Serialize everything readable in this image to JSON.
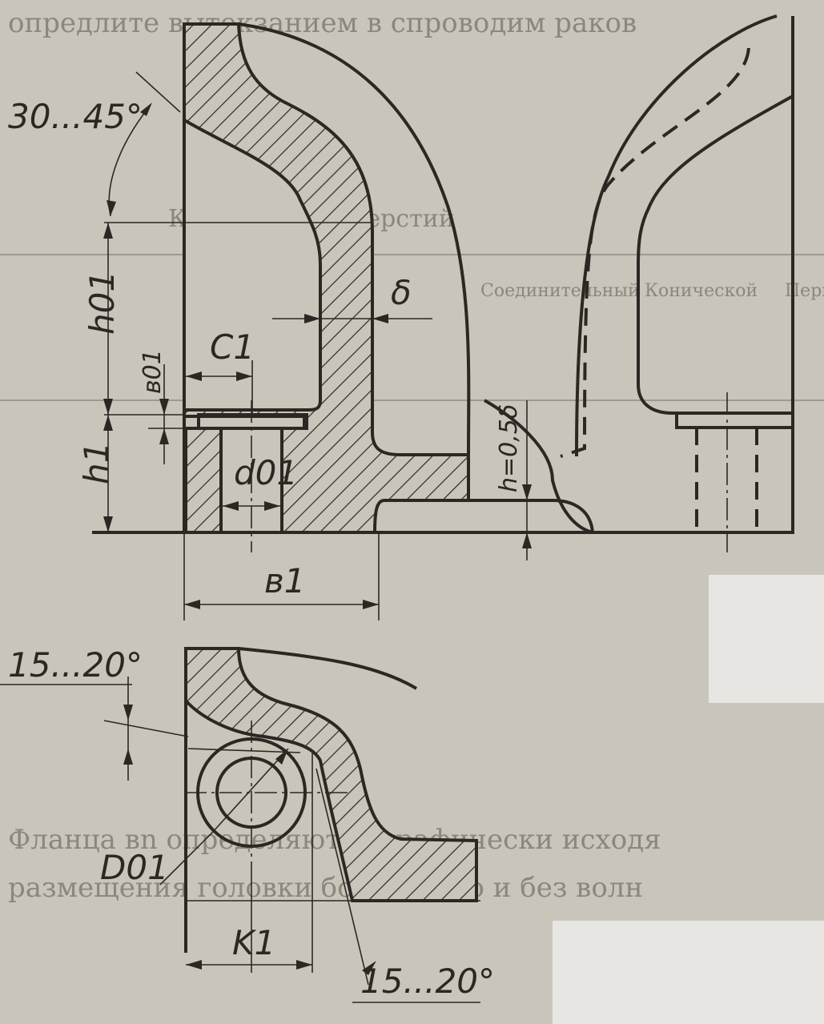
{
  "labels": {
    "angle_top": "30...45°",
    "angle_mid": "15...20°",
    "angle_bottom": "15...20°",
    "h01": "h01",
    "h1": "h1",
    "c1": "C1",
    "b01": "в01",
    "d01": "d01",
    "delta": "δ",
    "h_formula": "h=0,5δ",
    "b1": "в1",
    "D01": "D01",
    "K1": "K1"
  },
  "background_text": {
    "line1": "опредлите вытекзанием в спроводим раков",
    "line2": "Фланца вn определяются графически исходя",
    "line3": "размещения головки болта и его и без волн",
    "line4": "Количество отверстий",
    "header1": "Соединительный",
    "header2": "Конической",
    "header3": "Перв"
  },
  "colors": {
    "paper": "#c9c5ba",
    "ink": "#2b2823"
  }
}
